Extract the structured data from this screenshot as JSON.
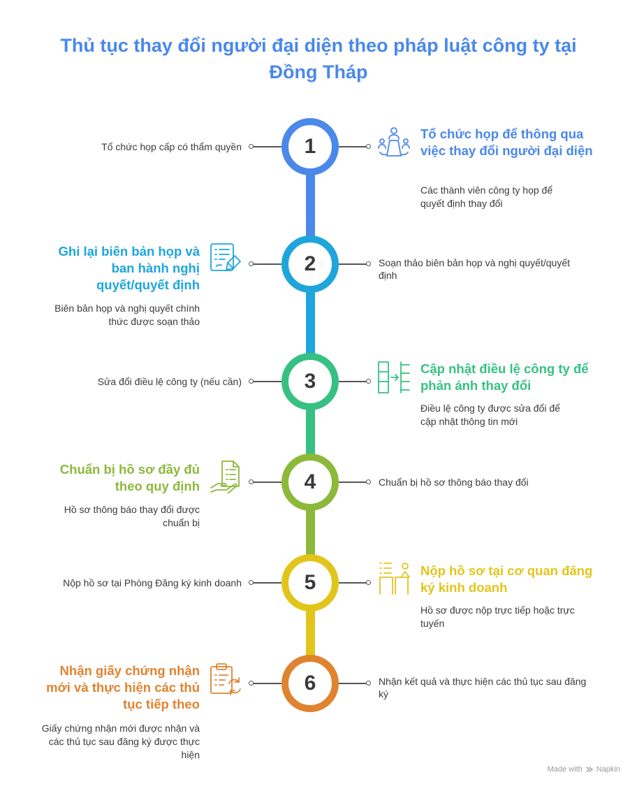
{
  "title": "Thủ tục thay đổi người đại diện theo pháp luật công ty tại Đồng Tháp",
  "colors": {
    "title": "#4a88ea",
    "step1": "#4a88ea",
    "step2": "#1ea6dc",
    "step3": "#36c183",
    "step4": "#8cb93a",
    "step5": "#e2c51c",
    "step6": "#e0832f"
  },
  "steps": [
    {
      "number": "1",
      "side_text": "Tổ chức họp cấp có thẩm quyền",
      "heading": "Tổ chức họp để thông qua việc thay đổi người đại diện",
      "description": "Các thành viên công ty họp để quyết định thay đổi",
      "icon": "meeting-icon"
    },
    {
      "number": "2",
      "side_text": "Soạn thảo biên bản họp và nghị quyết/quyết định",
      "heading": "Ghi lại biên bản họp và ban hành nghị quyết/quyết định",
      "description": "Biên bản họp và nghị quyết chính thức được soạn thảo",
      "icon": "document-sign-icon"
    },
    {
      "number": "3",
      "side_text": "Sửa đổi điều lệ công ty (nếu cần)",
      "heading": "Cập nhật điều lệ công ty để phản ánh thay đổi",
      "description": "Điều lệ công ty được sửa đổi để cập nhật thông tin mới",
      "icon": "columns-transfer-icon"
    },
    {
      "number": "4",
      "side_text": "Chuẩn bị hồ sơ thông báo thay đổi",
      "heading": "Chuẩn bị hồ sơ đầy đủ theo quy định",
      "description": "Hồ sơ thông báo thay đổi được chuẩn bị",
      "icon": "hand-document-icon"
    },
    {
      "number": "5",
      "side_text": "Nộp hồ sơ tại Phòng Đăng ký kinh doanh",
      "heading": "Nộp hồ sơ tại cơ quan đăng ký kinh doanh",
      "description": "Hồ sơ được nộp trực tiếp hoặc trực tuyến",
      "icon": "desk-clerk-icon"
    },
    {
      "number": "6",
      "side_text": "Nhận kết quả và thực hiện các thủ tục sau đăng ký",
      "heading": "Nhận giấy chứng nhận mới và thực hiện các thủ tục tiếp theo",
      "description": "Giấy chứng nhận mới được nhận và các thủ tục sau đăng ký được thực hiện",
      "icon": "clipboard-refresh-icon"
    }
  ],
  "footer": {
    "made_with": "Made with",
    "brand": "Napkin",
    "icon": "napkin-logo-icon"
  }
}
